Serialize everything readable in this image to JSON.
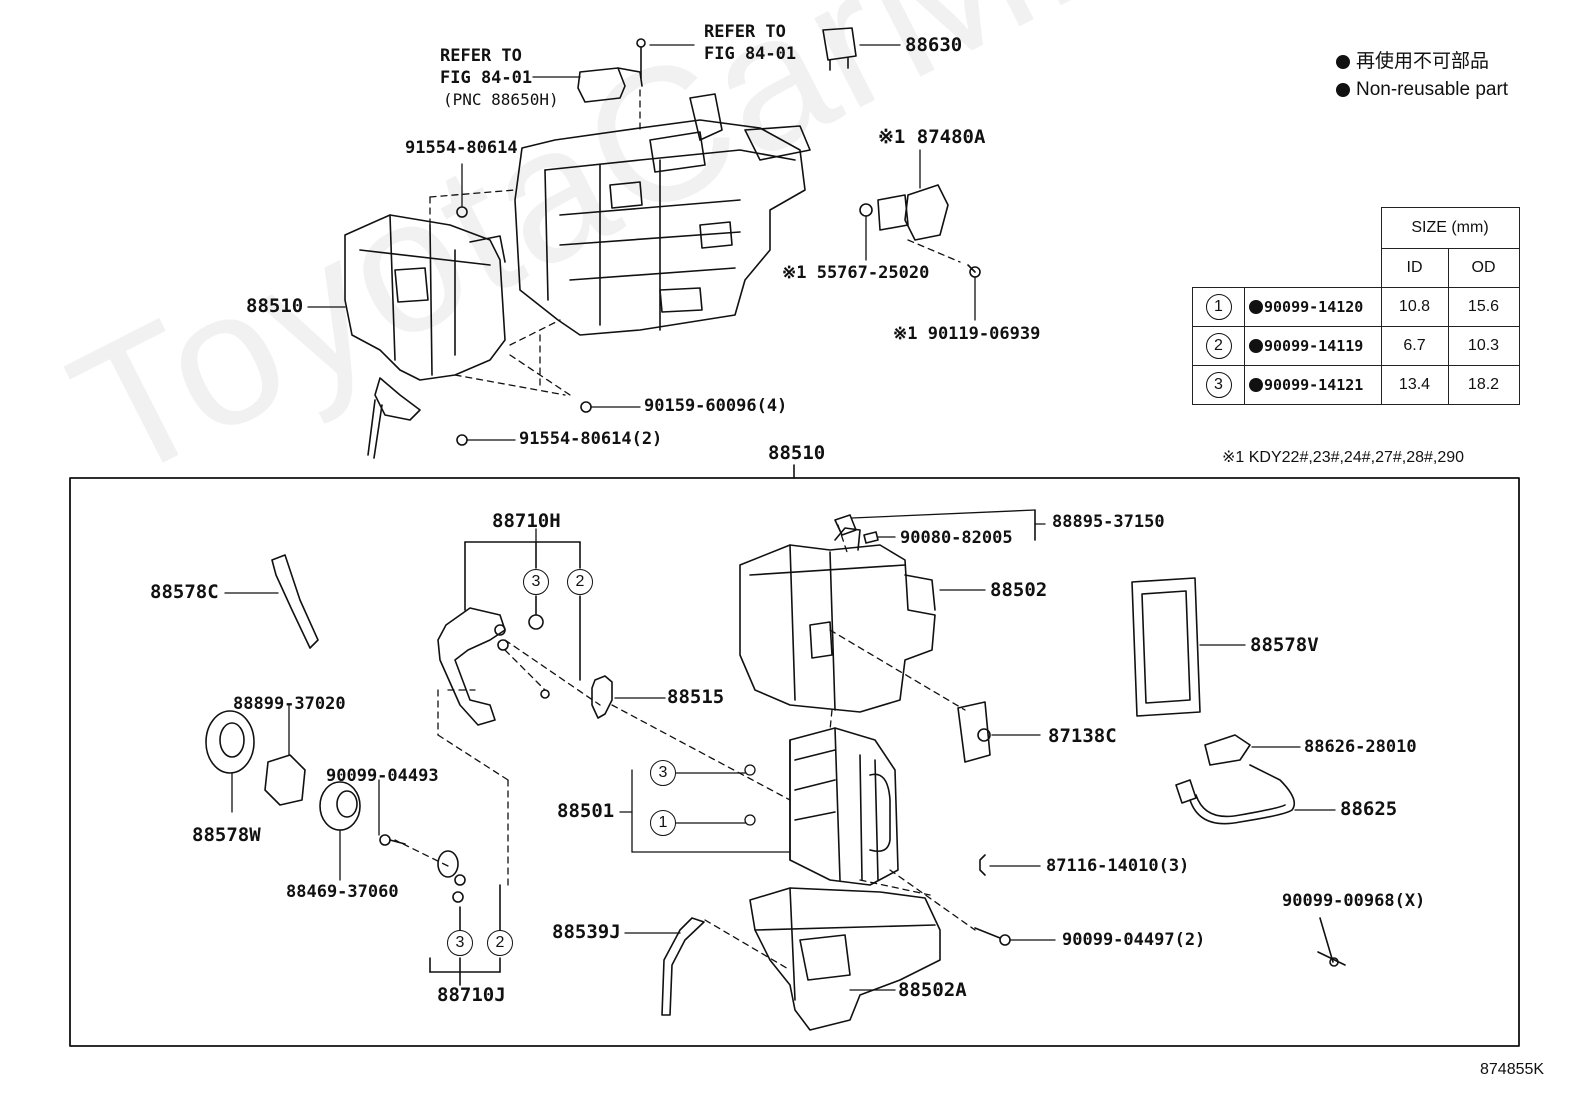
{
  "legend": {
    "line1": "再使用不可部品",
    "line2": "Non-reusable part"
  },
  "watermark": "ToyotaCarMine.ru",
  "figure_id": "874855K",
  "footnote": "※1 KDY22#,23#,24#,27#,28#,290",
  "size_table": {
    "title": "SIZE (mm)",
    "col_id": "ID",
    "col_od": "OD",
    "rows": [
      {
        "num": "1",
        "part": "90099-14120",
        "id": "10.8",
        "od": "15.6"
      },
      {
        "num": "2",
        "part": "90099-14119",
        "id": "6.7",
        "od": "10.3"
      },
      {
        "num": "3",
        "part": "90099-14121",
        "id": "13.4",
        "od": "18.2"
      }
    ]
  },
  "top_labels": {
    "refer_left_1": "REFER TO",
    "refer_left_2": "FIG 84-01",
    "refer_left_3": "(PNC 88650H)",
    "refer_right_1": "REFER TO",
    "refer_right_2": "FIG 84-01",
    "p88630": "88630",
    "p87480A": "※1 87480A",
    "p91554a": "91554-80614",
    "p88510a": "88510",
    "p55767": "※1 55767-25020",
    "p90119": "※1 90119-06939",
    "p90159": "90159-60096(4)",
    "p91554b": "91554-80614(2)",
    "p88510b": "88510"
  },
  "box_labels": {
    "p88710H": "88710H",
    "p88578C": "88578C",
    "p88899": "88899-37020",
    "p88578W": "88578W",
    "p90099_04493": "90099-04493",
    "p88469": "88469-37060",
    "p88710J": "88710J",
    "p88515": "88515",
    "p88501": "88501",
    "p88539J": "88539J",
    "p88502A": "88502A",
    "p88895": "88895-37150",
    "p90080": "90080-82005",
    "p88502": "88502",
    "p87138C": "87138C",
    "p87116": "87116-14010(3)",
    "p90099_04497": "90099-04497(2)",
    "p88578V": "88578V",
    "p88626": "88626-28010",
    "p88625": "88625",
    "p90099_00968": "90099-00968(X)"
  },
  "circle_markers": {
    "c3": "3",
    "c2": "2",
    "c1": "1"
  }
}
